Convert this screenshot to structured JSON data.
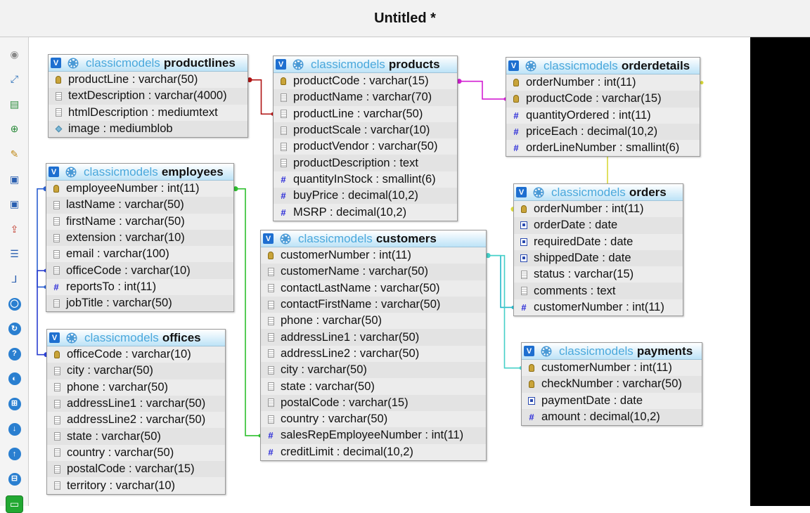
{
  "window": {
    "title": "Untitled *"
  },
  "toolbar": {
    "buttons": [
      {
        "icon": "check-circle-icon"
      },
      {
        "icon": "fit-to-window-icon"
      },
      {
        "icon": "new-table-icon"
      },
      {
        "icon": "new-relation-icon"
      },
      {
        "icon": "edit-icon"
      },
      {
        "icon": "save-icon"
      },
      {
        "icon": "save-as-icon"
      },
      {
        "icon": "export-icon"
      },
      {
        "icon": "table-list-icon"
      },
      {
        "icon": "relation-line-icon"
      },
      {
        "icon": "angular-links-icon"
      },
      {
        "icon": "refresh-icon"
      },
      {
        "icon": "help-icon"
      },
      {
        "icon": "toggle-icon"
      },
      {
        "icon": "grid-snap-icon"
      },
      {
        "icon": "move-down-icon"
      },
      {
        "icon": "move-up-icon"
      },
      {
        "icon": "pdf-icon"
      },
      {
        "icon": "page-icon"
      }
    ],
    "active_index": 18
  },
  "tables": [
    {
      "db": "classicmodels",
      "name": "productlines",
      "columns": [
        {
          "type": "key",
          "label": "productLine : varchar(50)"
        },
        {
          "type": "text",
          "label": "textDescription : varchar(4000)"
        },
        {
          "type": "text",
          "label": "htmlDescription : mediumtext"
        },
        {
          "type": "blob",
          "label": "image : mediumblob"
        }
      ]
    },
    {
      "db": "classicmodels",
      "name": "products",
      "columns": [
        {
          "type": "key",
          "label": "productCode : varchar(15)"
        },
        {
          "type": "text",
          "label": "productName : varchar(70)"
        },
        {
          "type": "text",
          "label": "productLine : varchar(50)"
        },
        {
          "type": "text",
          "label": "productScale : varchar(10)"
        },
        {
          "type": "text",
          "label": "productVendor : varchar(50)"
        },
        {
          "type": "text",
          "label": "productDescription : text"
        },
        {
          "type": "num",
          "label": "quantityInStock : smallint(6)"
        },
        {
          "type": "num",
          "label": "buyPrice : decimal(10,2)"
        },
        {
          "type": "num",
          "label": "MSRP : decimal(10,2)"
        }
      ]
    },
    {
      "db": "classicmodels",
      "name": "orderdetails",
      "columns": [
        {
          "type": "key",
          "label": "orderNumber : int(11)"
        },
        {
          "type": "key",
          "label": "productCode : varchar(15)"
        },
        {
          "type": "num",
          "label": "quantityOrdered : int(11)"
        },
        {
          "type": "num",
          "label": "priceEach : decimal(10,2)"
        },
        {
          "type": "num",
          "label": "orderLineNumber : smallint(6)"
        }
      ]
    },
    {
      "db": "classicmodels",
      "name": "employees",
      "columns": [
        {
          "type": "key",
          "label": "employeeNumber : int(11)"
        },
        {
          "type": "text",
          "label": "lastName : varchar(50)"
        },
        {
          "type": "text",
          "label": "firstName : varchar(50)"
        },
        {
          "type": "text",
          "label": "extension : varchar(10)"
        },
        {
          "type": "text",
          "label": "email : varchar(100)"
        },
        {
          "type": "text",
          "label": "officeCode : varchar(10)"
        },
        {
          "type": "num",
          "label": "reportsTo : int(11)"
        },
        {
          "type": "text",
          "label": "jobTitle : varchar(50)"
        }
      ]
    },
    {
      "db": "classicmodels",
      "name": "orders",
      "columns": [
        {
          "type": "key",
          "label": "orderNumber : int(11)"
        },
        {
          "type": "date",
          "label": "orderDate : date"
        },
        {
          "type": "date",
          "label": "requiredDate : date"
        },
        {
          "type": "date",
          "label": "shippedDate : date"
        },
        {
          "type": "text",
          "label": "status : varchar(15)"
        },
        {
          "type": "text",
          "label": "comments : text"
        },
        {
          "type": "num",
          "label": "customerNumber : int(11)"
        }
      ]
    },
    {
      "db": "classicmodels",
      "name": "customers",
      "columns": [
        {
          "type": "key",
          "label": "customerNumber : int(11)"
        },
        {
          "type": "text",
          "label": "customerName : varchar(50)"
        },
        {
          "type": "text",
          "label": "contactLastName : varchar(50)"
        },
        {
          "type": "text",
          "label": "contactFirstName : varchar(50)"
        },
        {
          "type": "text",
          "label": "phone : varchar(50)"
        },
        {
          "type": "text",
          "label": "addressLine1 : varchar(50)"
        },
        {
          "type": "text",
          "label": "addressLine2 : varchar(50)"
        },
        {
          "type": "text",
          "label": "city : varchar(50)"
        },
        {
          "type": "text",
          "label": "state : varchar(50)"
        },
        {
          "type": "text",
          "label": "postalCode : varchar(15)"
        },
        {
          "type": "text",
          "label": "country : varchar(50)"
        },
        {
          "type": "num",
          "label": "salesRepEmployeeNumber : int(11)"
        },
        {
          "type": "num",
          "label": "creditLimit : decimal(10,2)"
        }
      ]
    },
    {
      "db": "classicmodels",
      "name": "offices",
      "columns": [
        {
          "type": "key",
          "label": "officeCode : varchar(10)"
        },
        {
          "type": "text",
          "label": "city : varchar(50)"
        },
        {
          "type": "text",
          "label": "phone : varchar(50)"
        },
        {
          "type": "text",
          "label": "addressLine1 : varchar(50)"
        },
        {
          "type": "text",
          "label": "addressLine2 : varchar(50)"
        },
        {
          "type": "text",
          "label": "state : varchar(50)"
        },
        {
          "type": "text",
          "label": "country : varchar(50)"
        },
        {
          "type": "text",
          "label": "postalCode : varchar(15)"
        },
        {
          "type": "text",
          "label": "territory : varchar(10)"
        }
      ]
    },
    {
      "db": "classicmodels",
      "name": "payments",
      "columns": [
        {
          "type": "key",
          "label": "customerNumber : int(11)"
        },
        {
          "type": "key",
          "label": "checkNumber : varchar(50)"
        },
        {
          "type": "date",
          "label": "paymentDate : date"
        },
        {
          "type": "num",
          "label": "amount : decimal(10,2)"
        }
      ]
    }
  ],
  "relations": [
    {
      "from": "products.productLine",
      "to": "productlines.productLine",
      "color": "#b01414"
    },
    {
      "from": "orderdetails.productCode",
      "to": "products.productCode",
      "color": "#d21fd2"
    },
    {
      "from": "orderdetails.orderNumber",
      "to": "orders.orderNumber",
      "color": "#d8d83a"
    },
    {
      "from": "employees.reportsTo",
      "to": "employees.employeeNumber",
      "color": "#2a5fd0"
    },
    {
      "from": "employees.officeCode",
      "to": "offices.officeCode",
      "color": "#2a3fd0"
    },
    {
      "from": "customers.salesRepEmployeeNumber",
      "to": "employees.employeeNumber",
      "color": "#2ec02e"
    },
    {
      "from": "orders.customerNumber",
      "to": "customers.customerNumber",
      "color": "#23b8c8"
    },
    {
      "from": "payments.customerNumber",
      "to": "customers.customerNumber",
      "color": "#45d0c8"
    }
  ]
}
